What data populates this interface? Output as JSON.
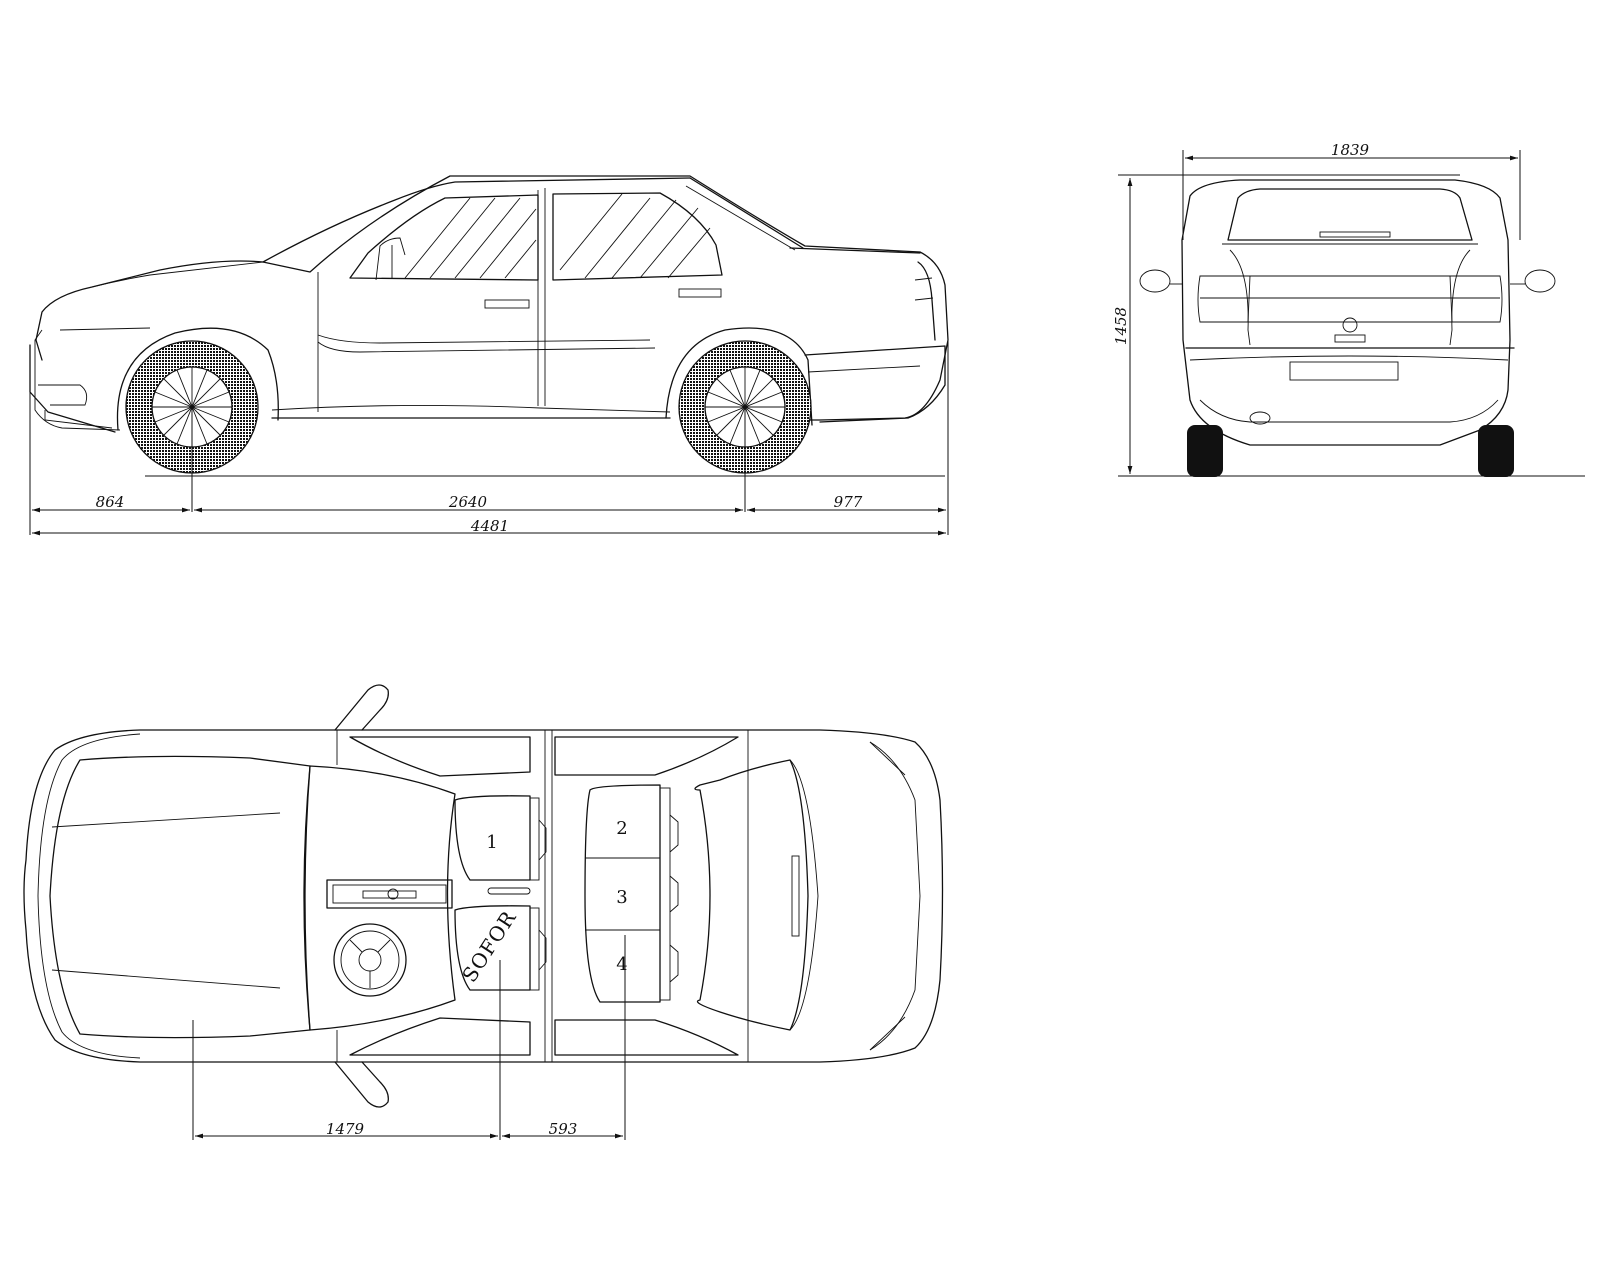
{
  "side_view": {
    "dimensions": {
      "front_overhang": "864",
      "wheelbase": "2640",
      "rear_overhang": "977",
      "overall_length": "4481"
    }
  },
  "rear_view": {
    "dimensions": {
      "width": "1839",
      "height": "1458"
    }
  },
  "top_view": {
    "seats": {
      "seat_1": "1",
      "seat_2": "2",
      "seat_3": "3",
      "seat_4": "4",
      "driver": "SOFOR"
    },
    "dimensions": {
      "front_to_driver": "1479",
      "driver_to_rear_seat": "593"
    }
  }
}
